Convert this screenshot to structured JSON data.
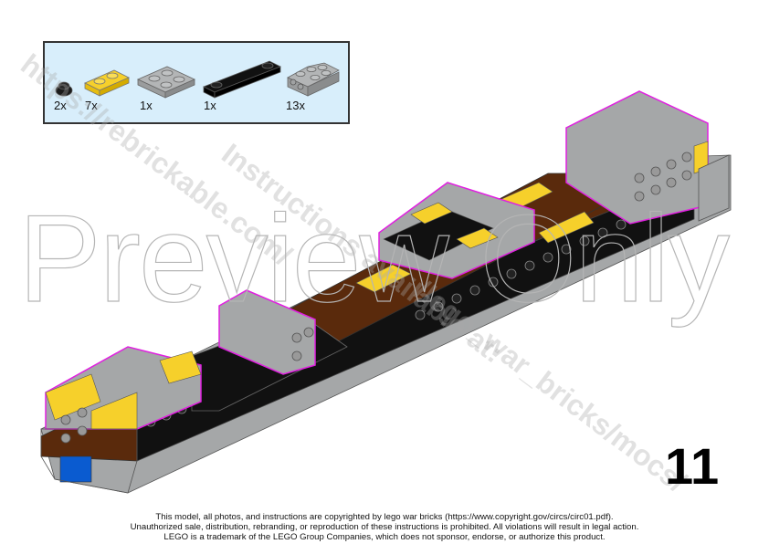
{
  "parts_list": {
    "items": [
      {
        "part": "round-plate-1x1-black",
        "color": "#1b1b1b",
        "qty": "2x"
      },
      {
        "part": "plate-1x2-yellow",
        "color": "#f6d02b",
        "qty": "7x"
      },
      {
        "part": "plate-2x2-light-gray",
        "color": "#a5a7a8",
        "qty": "1x"
      },
      {
        "part": "plate-1x4-black",
        "color": "#111111",
        "qty": "1x"
      },
      {
        "part": "bracket-2x2-light-gray",
        "color": "#a5a7a8",
        "qty": "13x"
      }
    ],
    "background": "#d8eefb"
  },
  "watermarks": {
    "preview": "Preview Only",
    "line1": "https://rebrickable.com/",
    "line2": "Instructions available at:",
    "line3": "/lego_war_bricks/mocs/"
  },
  "step": {
    "number": "11"
  },
  "footer": {
    "line1": "This model, all photos, and instructions are copyrighted by lego war bricks (https://www.copyright.gov/circs/circ01.pdf).",
    "line2": "Unauthorized sale, distribution, rebranding, or reproduction of these instructions is prohibited. All violations will result in legal action.",
    "line3": "LEGO is a trademark of the LEGO Group Companies, which does not sponsor, endorse, or authorize this product."
  },
  "colors": {
    "highlight": "#e020e0",
    "gray": "#a5a7a8",
    "yellow": "#f6d02b",
    "brown": "#5a2a0c",
    "black": "#111111",
    "blue": "#0a5bd0"
  }
}
